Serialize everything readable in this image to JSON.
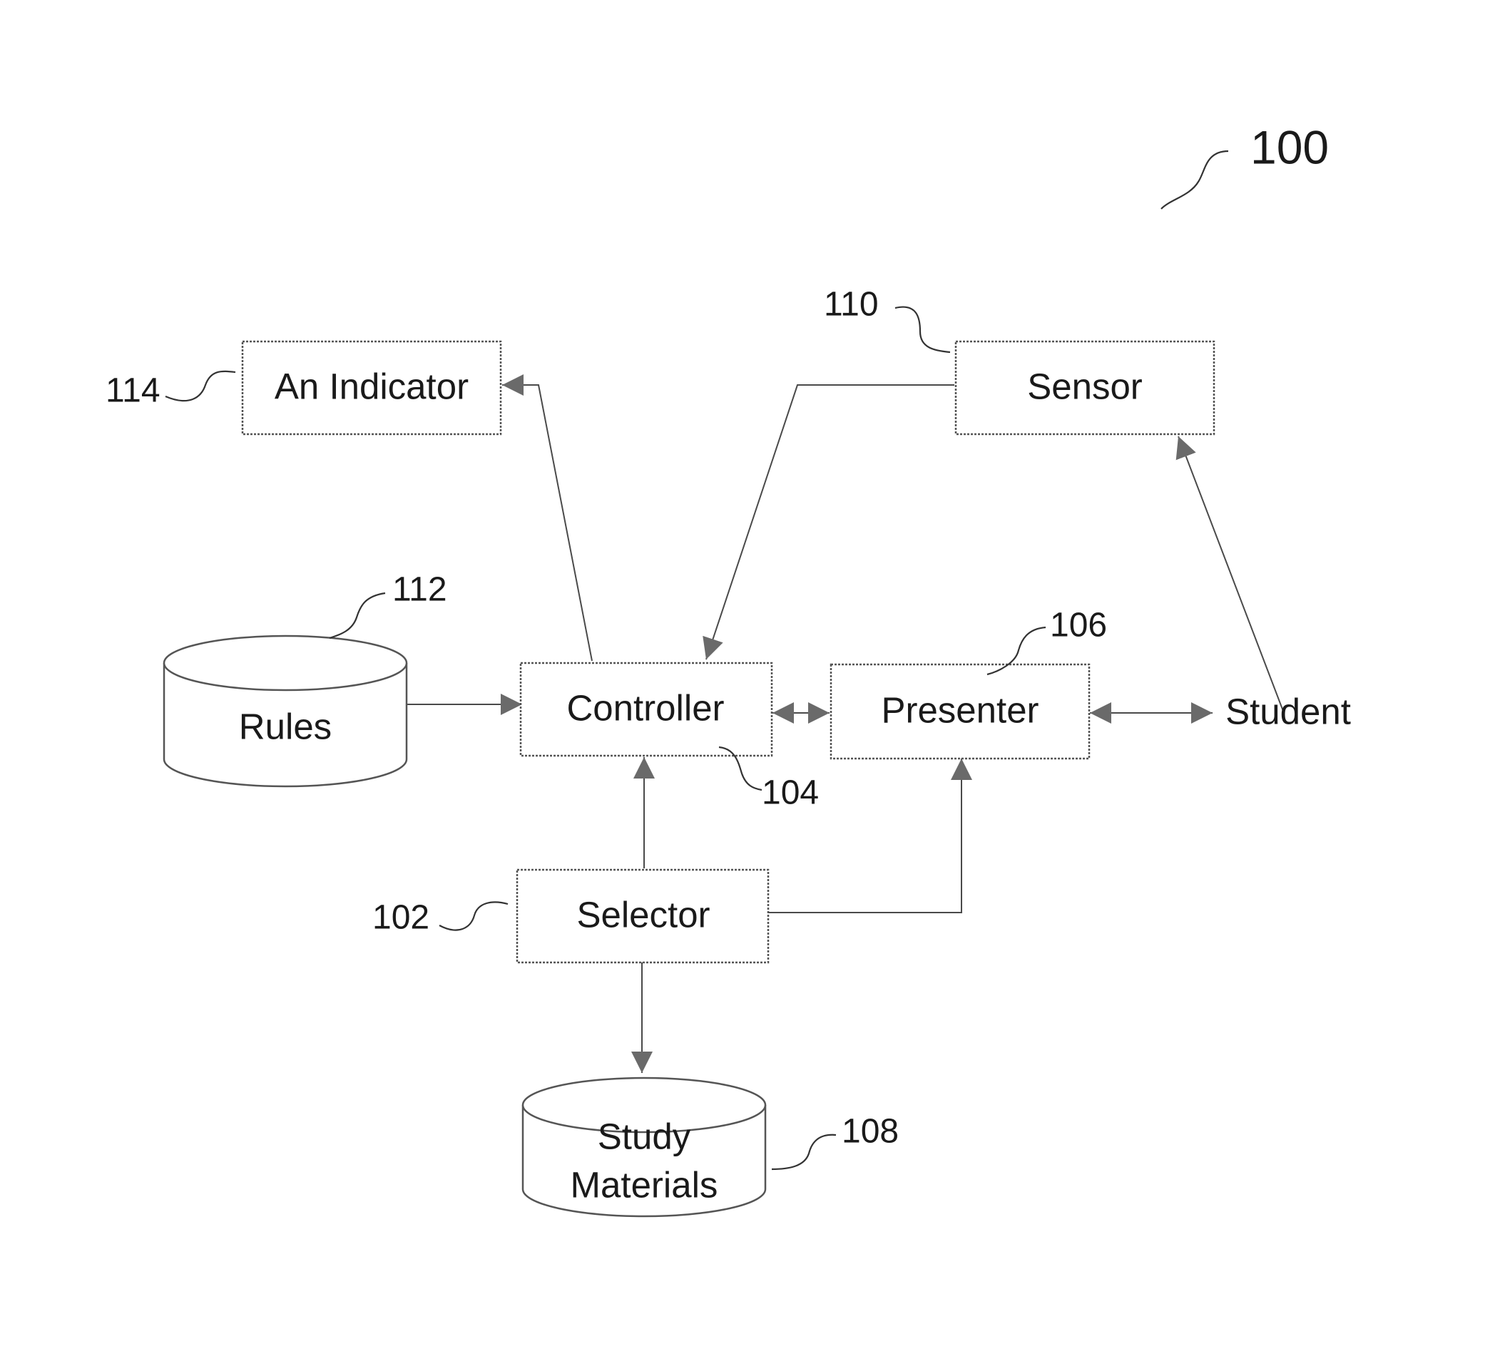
{
  "figure": {
    "ref": "100"
  },
  "nodes": {
    "indicator": {
      "label": "An Indicator",
      "ref": "114"
    },
    "sensor": {
      "label": "Sensor",
      "ref": "110"
    },
    "rules": {
      "label": "Rules",
      "ref": "112"
    },
    "controller": {
      "label": "Controller",
      "ref": "104"
    },
    "presenter": {
      "label": "Presenter",
      "ref": "106"
    },
    "student": {
      "label": "Student"
    },
    "selector": {
      "label": "Selector",
      "ref": "102"
    },
    "materials": {
      "label_line1": "Study",
      "label_line2": "Materials",
      "ref": "108"
    }
  },
  "connections": [
    {
      "from": "controller",
      "to": "indicator",
      "direction": "to"
    },
    {
      "from": "sensor",
      "to": "controller",
      "direction": "to"
    },
    {
      "from": "student",
      "to": "sensor",
      "direction": "to"
    },
    {
      "from": "rules",
      "to": "controller",
      "direction": "to"
    },
    {
      "from": "controller",
      "to": "presenter",
      "direction": "both"
    },
    {
      "from": "presenter",
      "to": "student",
      "direction": "both"
    },
    {
      "from": "selector",
      "to": "controller",
      "direction": "to"
    },
    {
      "from": "selector",
      "to": "presenter",
      "direction": "to"
    },
    {
      "from": "selector",
      "to": "materials",
      "direction": "to"
    }
  ]
}
